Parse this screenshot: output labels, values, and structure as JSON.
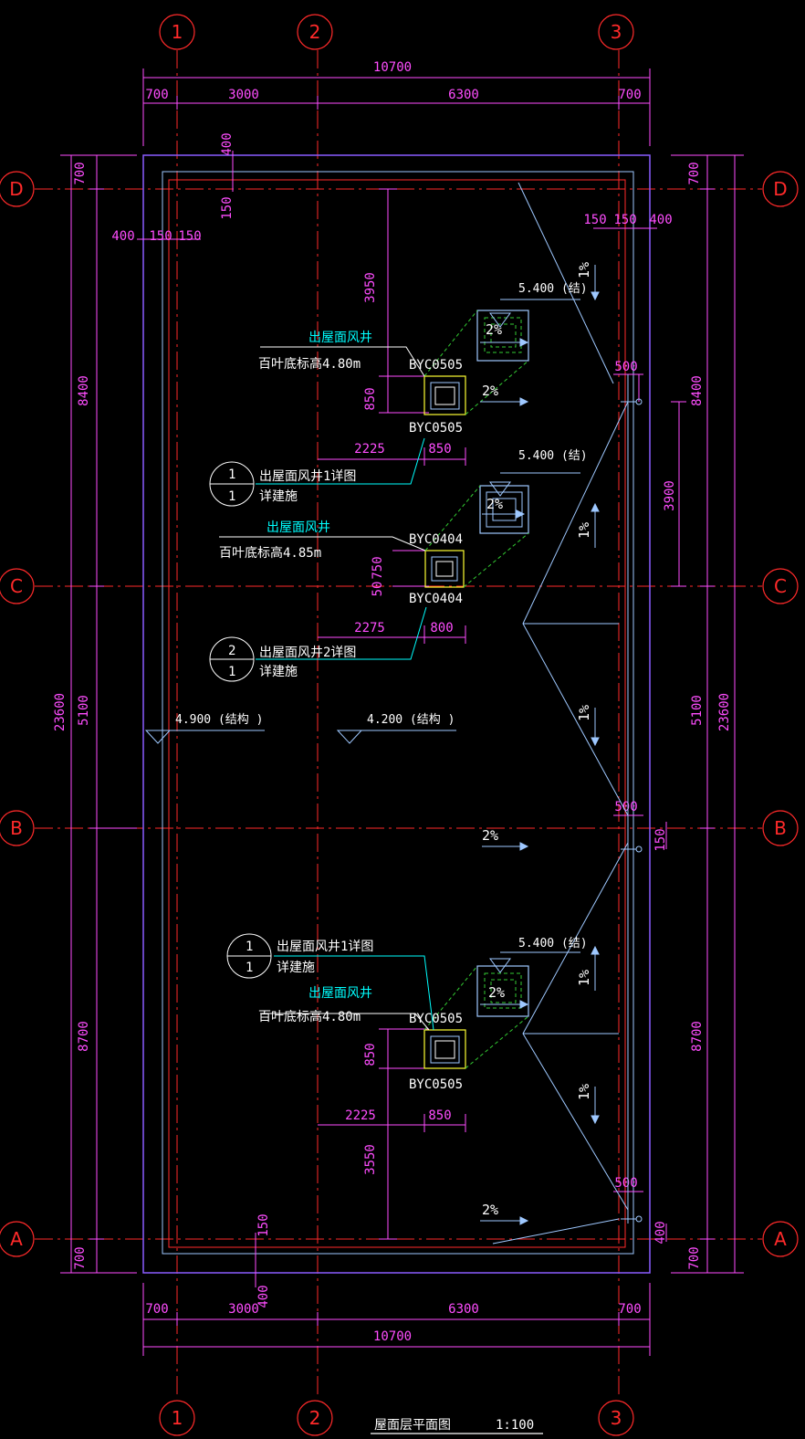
{
  "drawing": {
    "title": "屋面层平面图",
    "scale": "1:100"
  },
  "axes": {
    "numbers": [
      "1",
      "2",
      "3"
    ],
    "letters": [
      "D",
      "C",
      "B",
      "A"
    ]
  },
  "dims": {
    "top_total": "10700",
    "top_parts": [
      "700",
      "3000",
      "6300",
      "700"
    ],
    "bottom_total": "10700",
    "bottom_parts": [
      "700",
      "3000",
      "6300",
      "700"
    ],
    "left_total": "23600",
    "left_parts": [
      "700",
      "8400",
      "5100",
      "8700",
      "700"
    ],
    "right_total": "23600",
    "right_parts": [
      "700",
      "8400",
      "5100",
      "8700",
      "700"
    ],
    "tl_400": "400",
    "tl_150a": "150",
    "tl_150b": "150",
    "tl_v400": "400",
    "tl_v150": "150",
    "tr_150a": "150",
    "tr_150b": "150",
    "tr_400": "400",
    "bl_150": "150",
    "bl_400": "400",
    "d3950": "3950",
    "d3900": "3900",
    "d3550": "3550",
    "shaft1_h": "850",
    "shaft1_off": "2225",
    "shaft1_w": "850",
    "shaft2_h1": "50",
    "shaft2_h2": "750",
    "shaft2_off": "2275",
    "shaft2_w": "800",
    "shaft3_h": "850",
    "shaft3_off": "2225",
    "shaft3_w": "850",
    "drain1": "500",
    "drain2": "500",
    "drain3": "500",
    "d150": "150",
    "d400r": "400"
  },
  "annotations": {
    "shaft1_name": "出屋面风井",
    "shaft1_louver": "百叶底标高4.80m",
    "shaft1_code_top": "BYC0505",
    "shaft1_code_bot": "BYC0505",
    "det1_num": "1",
    "det1_sheet": "1",
    "det1_title": "出屋面风井1详图",
    "det1_sub": "详建施",
    "shaft2_name": "出屋面风井",
    "shaft2_louver": "百叶底标高4.85m",
    "shaft2_code_top": "BYC0404",
    "shaft2_code_bot": "BYC0404",
    "det2_num": "2",
    "det2_sheet": "1",
    "det2_title": "出屋面风井2详图",
    "det2_sub": "详建施",
    "det3_num": "1",
    "det3_sheet": "1",
    "det3_title": "出屋面风井1详图",
    "det3_sub": "详建施",
    "shaft3_name": "出屋面风井",
    "shaft3_louver": "百叶底标高4.80m",
    "shaft3_code_top": "BYC0505",
    "shaft3_code_bot": "BYC0505",
    "elev_a": "5.400 (结)",
    "elev_b": "5.400 (结)",
    "elev_c": "5.400 (结)",
    "lvl1": "4.900 (结构 )",
    "lvl2": "4.200 (结构 )",
    "slope2_a": "2%",
    "slope2_b": "2%",
    "slope2_c": "2%",
    "slope2_d": "2%",
    "slope2_e": "2%",
    "slope2_f": "2%",
    "slope1_a": "1%",
    "slope1_b": "1%",
    "slope1_c": "1%",
    "slope1_d": "1%",
    "slope1_e": "1%"
  },
  "colors": {
    "background": "#000000",
    "axis": "#ff2a2a",
    "dimension": "#ff4dff",
    "wall": "#8b5cff",
    "annotation": "#00ffff",
    "equipment": "#ffff33",
    "slope_line": "#9ec8ff",
    "detail_link": "#33cc33",
    "text": "#ffffff"
  }
}
